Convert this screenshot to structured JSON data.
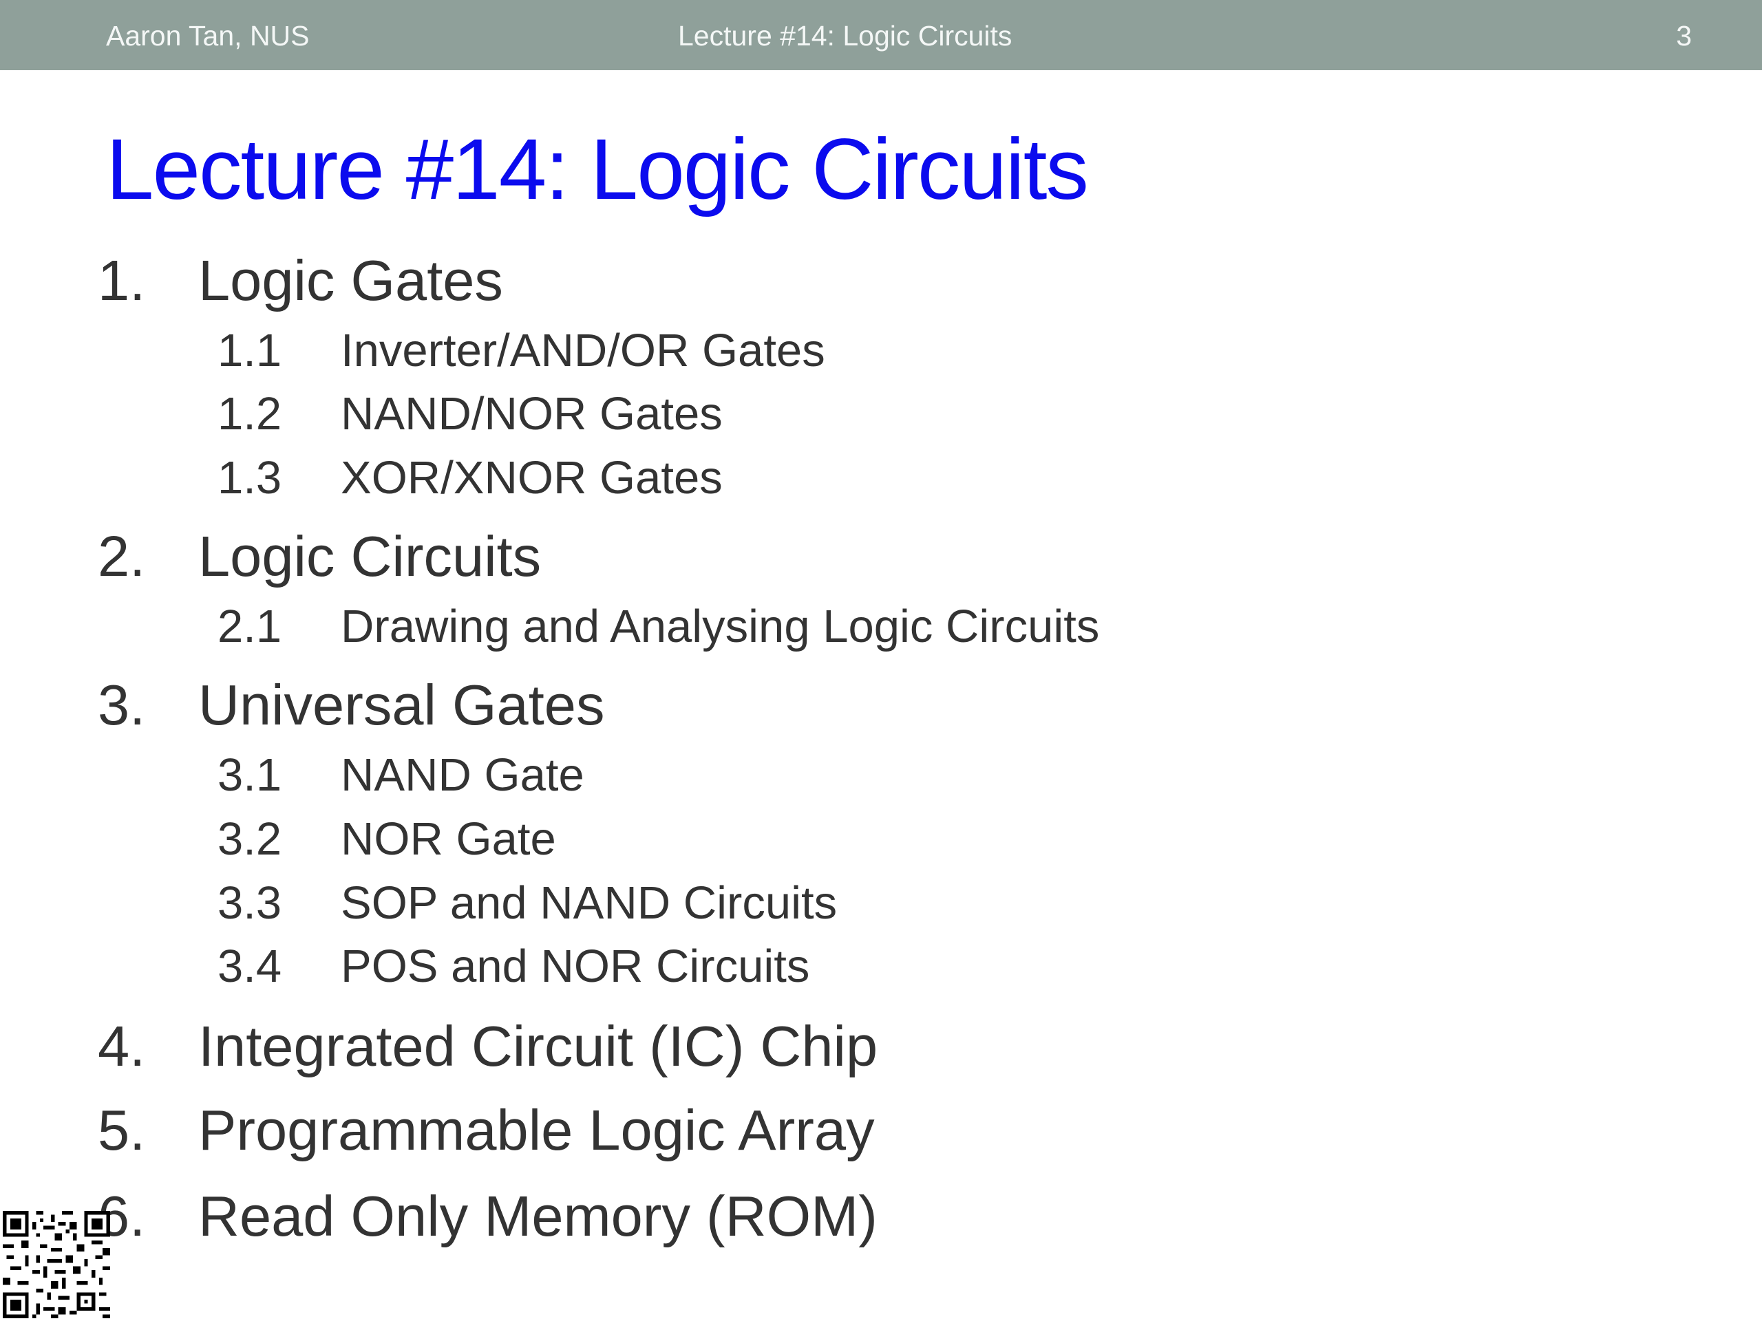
{
  "header": {
    "author": "Aaron Tan, NUS",
    "lecture": "Lecture #14: Logic Circuits",
    "page_number": "3"
  },
  "title": "Lecture #14: Logic Circuits",
  "outline": [
    {
      "number": "1.",
      "label": "Logic Gates"
    },
    {
      "number": "1.1",
      "label": "Inverter/AND/OR Gates"
    },
    {
      "number": "1.2",
      "label": "NAND/NOR Gates"
    },
    {
      "number": "1.3",
      "label": "XOR/XNOR Gates"
    },
    {
      "number": "2.",
      "label": "Logic Circuits"
    },
    {
      "number": "2.1",
      "label": "Drawing and Analysing Logic Circuits"
    },
    {
      "number": "3.",
      "label": "Universal Gates"
    },
    {
      "number": "3.1",
      "label": "NAND Gate"
    },
    {
      "number": "3.2",
      "label": "NOR Gate"
    },
    {
      "number": "3.3",
      "label": "SOP and NAND Circuits"
    },
    {
      "number": "3.4",
      "label": "POS and NOR Circuits"
    },
    {
      "number": "4.",
      "label": "Integrated Circuit (IC) Chip"
    },
    {
      "number": "5.",
      "label": "Programmable Logic Array"
    },
    {
      "number": "6.",
      "label": "Read Only Memory (ROM)"
    }
  ],
  "colors": {
    "header_bar": "#8fa09a",
    "title": "#0b0bee",
    "body_text": "#333333"
  },
  "icons": {
    "qr": "qr-code-icon"
  }
}
